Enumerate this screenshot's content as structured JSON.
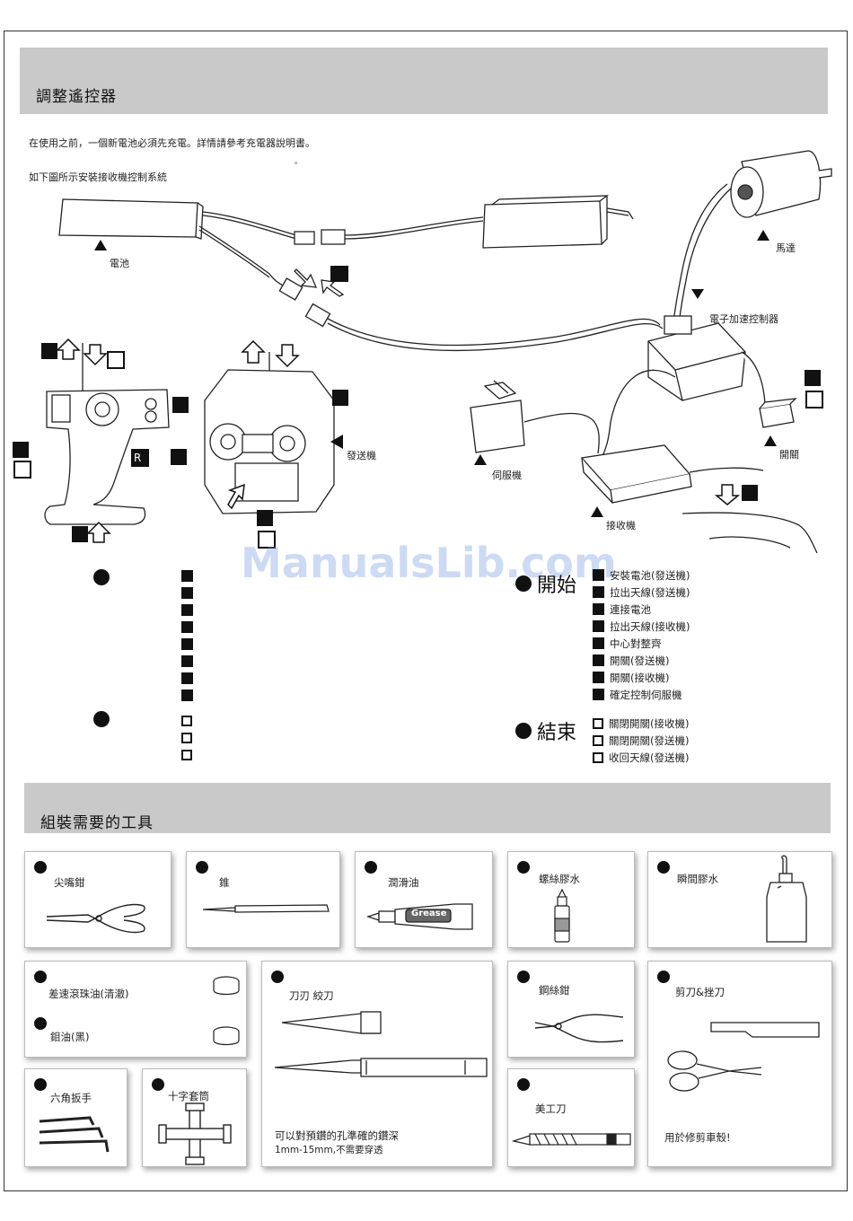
{
  "section1": {
    "title": "調整遙控器",
    "note1": "在使用之前，一個新電池必須先充電。詳情請參考充電器說明書。",
    "note2": "如下圖所示安裝接收機控制系統",
    "small_dot": "。"
  },
  "diagram_labels": {
    "battery": "▲\n電池",
    "battery_text": "電池",
    "motor": "馬達",
    "esc": "電子加速控制器",
    "transmitter": "發送機",
    "servo": "伺服機",
    "receiver": "接收機",
    "switch": "開關",
    "r_mark": "R"
  },
  "start": {
    "heading": "開始",
    "steps": [
      "安裝電池(發送機)",
      "拉出天線(發送機)",
      "連接電池",
      "拉出天線(接收機)",
      "中心對整齊",
      "開關(發送機)",
      "開關(接收機)",
      "確定控制伺服機"
    ]
  },
  "end": {
    "heading": "結束",
    "steps": [
      "關閉開關(接收機)",
      "關閉開關(發送機)",
      "收回天線(發送機)"
    ]
  },
  "section2": {
    "title": "組裝需要的工具"
  },
  "tools": {
    "needle_nose": "尖嘴鉗",
    "awl": "錐",
    "grease": "潤滑油",
    "grease_tube": "Grease",
    "thread_lock": "螺絲膠水",
    "ca_glue": "瞬間膠水",
    "diff_oil": "差速滾珠油(清澈)",
    "molly_oil": "鉬油(黑)",
    "reamer": "刀刃  絞刀",
    "reamer_note1": "可以對預鑽的孔準確的鑽深",
    "reamer_note2": "1mm-15mm,不需要穿透",
    "wire_cutter": "鋼絲鉗",
    "scissors": "剪刀&挫刀",
    "scissors_note": "用於修剪車殼!",
    "hex_wrench": "六角扳手",
    "cross_wrench": "十字套筒",
    "hobby_knife": "美工刀"
  },
  "watermark": "ManualsLib.com"
}
